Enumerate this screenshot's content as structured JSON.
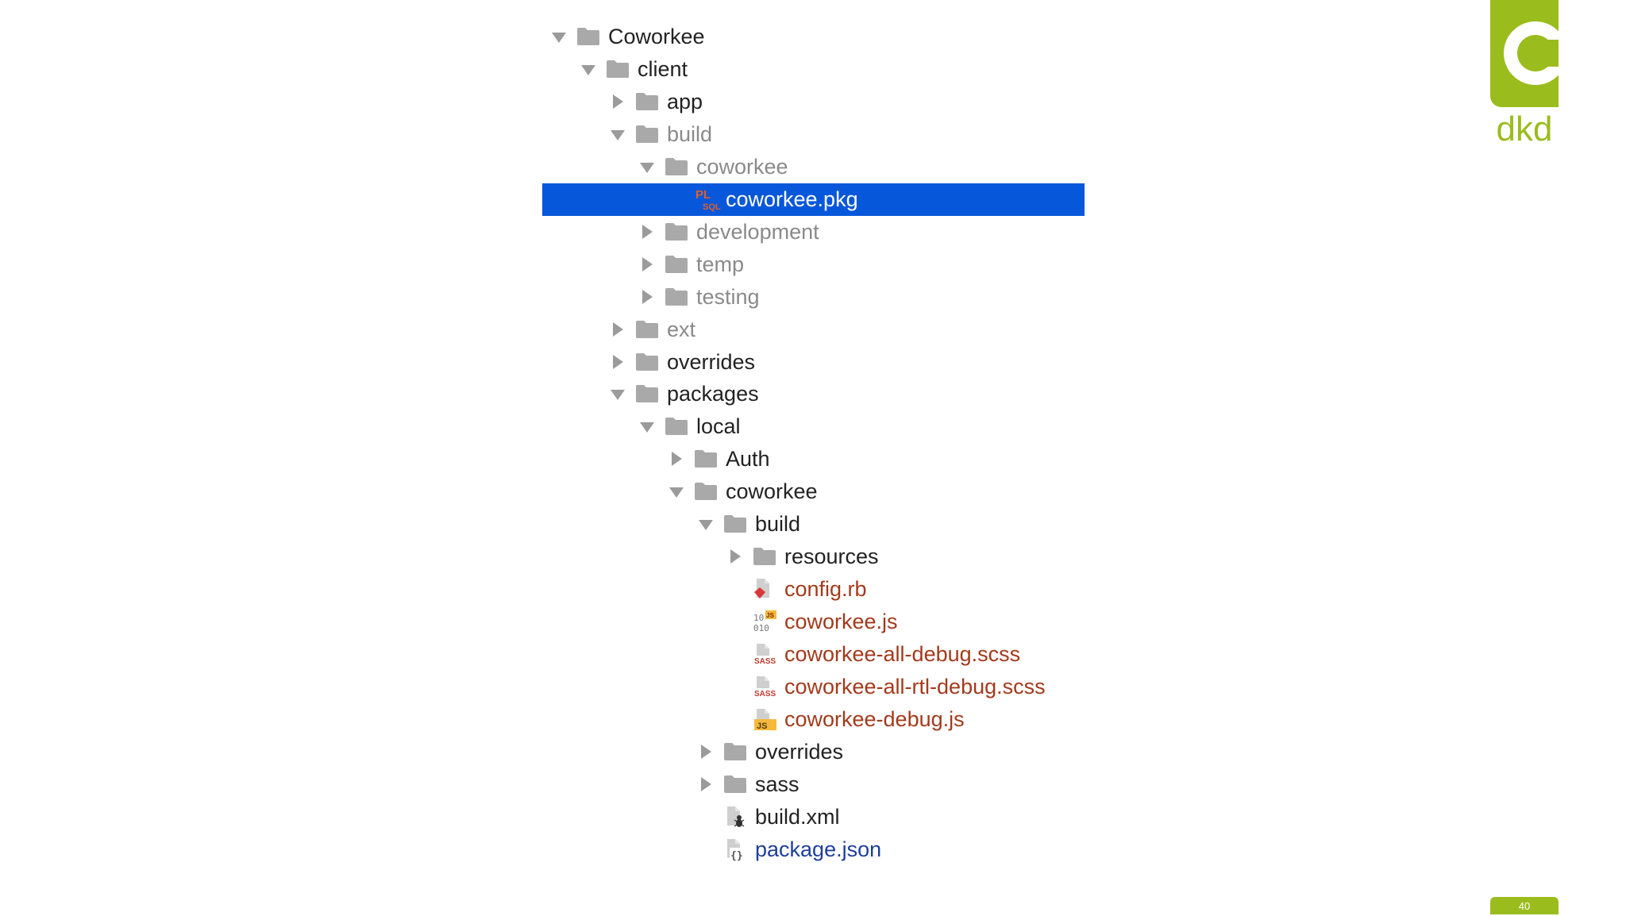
{
  "slide": {
    "page_number": "40",
    "brand": {
      "logo_text": "dkd",
      "color": "#9bbc1d"
    }
  },
  "colors": {
    "selection": "#0657d9",
    "folder": "#a9a9a9",
    "text_default": "#222222",
    "text_ignored": "#8a8a8a",
    "text_modified": "#a33a1c",
    "text_changed": "#1f3f9e"
  },
  "tree": {
    "rows": [
      {
        "label": "Coworkee",
        "kind": "folder",
        "arrow": "down",
        "depth": 0,
        "state": "default"
      },
      {
        "label": "client",
        "kind": "folder",
        "arrow": "down",
        "depth": 1,
        "state": "default"
      },
      {
        "label": "app",
        "kind": "folder",
        "arrow": "right",
        "depth": 2,
        "state": "default"
      },
      {
        "label": "build",
        "kind": "folder",
        "arrow": "down",
        "depth": 2,
        "state": "ignored"
      },
      {
        "label": "coworkee",
        "kind": "folder",
        "arrow": "down",
        "depth": 3,
        "state": "ignored"
      },
      {
        "label": "coworkee.pkg",
        "kind": "file",
        "icon": "plsql-file-icon",
        "arrow": "none",
        "depth": 4,
        "state": "selected"
      },
      {
        "label": "development",
        "kind": "folder",
        "arrow": "right",
        "depth": 3,
        "state": "ignored"
      },
      {
        "label": "temp",
        "kind": "folder",
        "arrow": "right",
        "depth": 3,
        "state": "ignored"
      },
      {
        "label": "testing",
        "kind": "folder",
        "arrow": "right",
        "depth": 3,
        "state": "ignored"
      },
      {
        "label": "ext",
        "kind": "folder",
        "arrow": "right",
        "depth": 2,
        "state": "ignored"
      },
      {
        "label": "overrides",
        "kind": "folder",
        "arrow": "right",
        "depth": 2,
        "state": "default"
      },
      {
        "label": "packages",
        "kind": "folder",
        "arrow": "down",
        "depth": 2,
        "state": "default"
      },
      {
        "label": "local",
        "kind": "folder",
        "arrow": "down",
        "depth": 3,
        "state": "default"
      },
      {
        "label": "Auth",
        "kind": "folder",
        "arrow": "right",
        "depth": 4,
        "state": "default"
      },
      {
        "label": "coworkee",
        "kind": "folder",
        "arrow": "down",
        "depth": 4,
        "state": "default"
      },
      {
        "label": "build",
        "kind": "folder",
        "arrow": "down",
        "depth": 5,
        "state": "default"
      },
      {
        "label": "resources",
        "kind": "folder",
        "arrow": "right",
        "depth": 6,
        "state": "default"
      },
      {
        "label": "config.rb",
        "kind": "file",
        "icon": "ruby-file-icon",
        "arrow": "none",
        "depth": 6,
        "state": "modified"
      },
      {
        "label": "coworkee.js",
        "kind": "file",
        "icon": "js-binary-file-icon",
        "arrow": "none",
        "depth": 6,
        "state": "modified"
      },
      {
        "label": "coworkee-all-debug.scss",
        "kind": "file",
        "icon": "sass-file-icon",
        "arrow": "none",
        "depth": 6,
        "state": "modified"
      },
      {
        "label": "coworkee-all-rtl-debug.scss",
        "kind": "file",
        "icon": "sass-file-icon",
        "arrow": "none",
        "depth": 6,
        "state": "modified"
      },
      {
        "label": "coworkee-debug.js",
        "kind": "file",
        "icon": "js-file-icon",
        "arrow": "none",
        "depth": 6,
        "state": "modified"
      },
      {
        "label": "overrides",
        "kind": "folder",
        "arrow": "right",
        "depth": 5,
        "state": "default"
      },
      {
        "label": "sass",
        "kind": "folder",
        "arrow": "right",
        "depth": 5,
        "state": "default"
      },
      {
        "label": "build.xml",
        "kind": "file",
        "icon": "ant-xml-file-icon",
        "arrow": "none",
        "depth": 5,
        "state": "default"
      },
      {
        "label": "package.json",
        "kind": "file",
        "icon": "json-file-icon",
        "arrow": "none",
        "depth": 5,
        "state": "changed"
      }
    ]
  }
}
